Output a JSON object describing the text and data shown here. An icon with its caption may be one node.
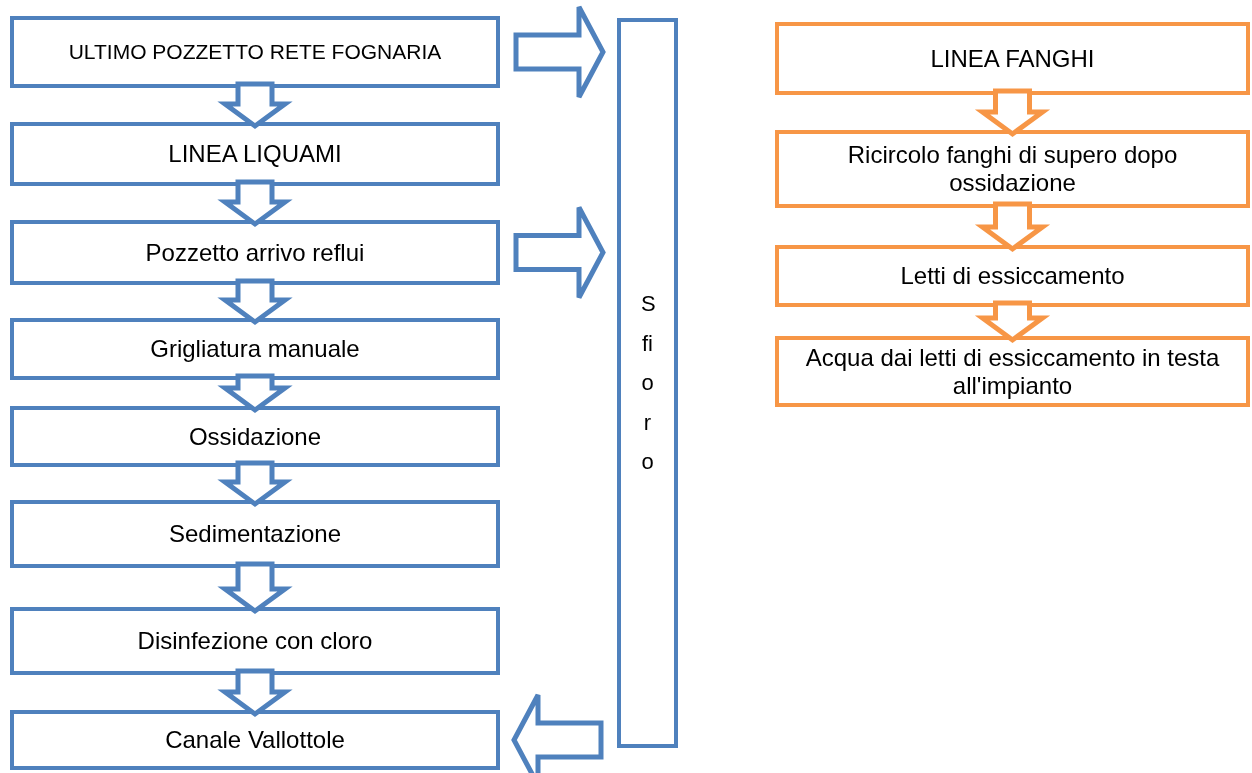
{
  "diagram": {
    "nodes": [
      {
        "text": [
          "ULTIMO POZZETTO RETE FOGNARIA"
        ]
      },
      {
        "text": [
          "LINEA LIQUAMI"
        ]
      },
      {
        "text": [
          "Pozzetto arrivo reflui"
        ]
      },
      {
        "text": [
          "Grigliatura  manuale"
        ]
      },
      {
        "text": [
          "Ossidazione"
        ]
      },
      {
        "text": [
          "Sedimentazione"
        ]
      },
      {
        "text": [
          "Disinfezione con cloro"
        ]
      },
      {
        "text": [
          "Canale Vallottole"
        ]
      },
      {
        "text": [
          "Sfioro"
        ]
      },
      {
        "text": [
          "LINEA FANGHI"
        ]
      },
      {
        "text": [
          "Ricircolo fanghi di supero dopo ossidazione"
        ]
      },
      {
        "text": [
          "Letti di essiccamento"
        ]
      },
      {
        "text": [
          "Acqua dai letti di essiccamento in testa all'impianto"
        ]
      }
    ],
    "edges": [
      {
        "from": 0,
        "to": 1,
        "arrow": "to"
      },
      {
        "from": 1,
        "to": 2,
        "arrow": "to"
      },
      {
        "from": 2,
        "to": 3,
        "arrow": "to"
      },
      {
        "from": 3,
        "to": 4,
        "arrow": "to"
      },
      {
        "from": 4,
        "to": 5,
        "arrow": "to"
      },
      {
        "from": 5,
        "to": 6,
        "arrow": "to"
      },
      {
        "from": 6,
        "to": 7,
        "arrow": "to"
      },
      {
        "from": 0,
        "to": 8,
        "arrow": "to"
      },
      {
        "from": 2,
        "to": 8,
        "arrow": "to"
      },
      {
        "from": 8,
        "to": 7,
        "arrow": "to"
      },
      {
        "from": 9,
        "to": 10,
        "arrow": "to",
        "color": "#f79646"
      },
      {
        "from": 10,
        "to": 11,
        "arrow": "to",
        "color": "#f79646"
      },
      {
        "from": 11,
        "to": 12,
        "arrow": "to",
        "color": "#f79646"
      }
    ]
  }
}
